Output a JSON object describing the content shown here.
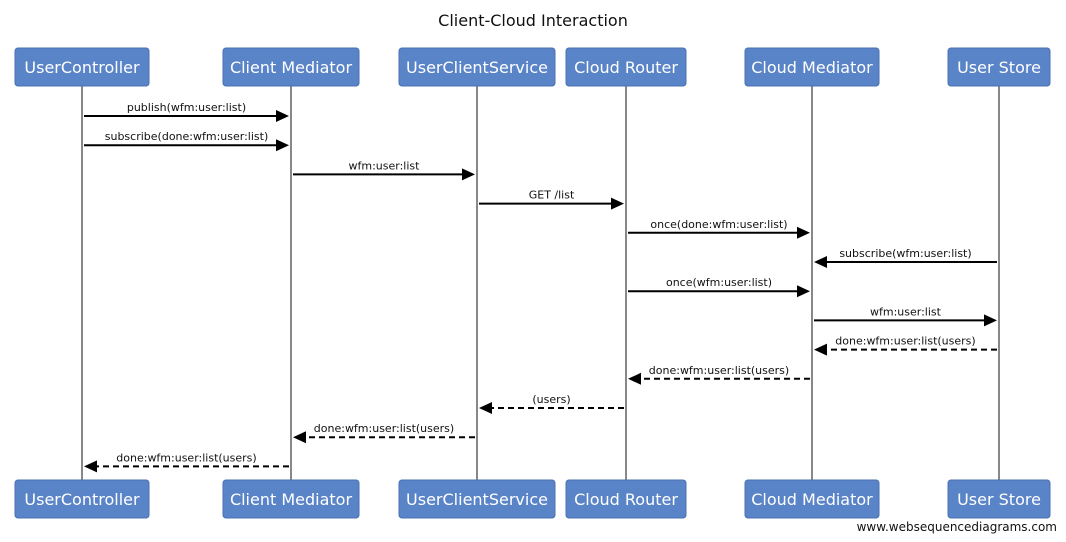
{
  "title": "Client-Cloud Interaction",
  "participants": [
    {
      "id": "uc",
      "label": "UserController"
    },
    {
      "id": "cm",
      "label": "Client Mediator"
    },
    {
      "id": "ucs",
      "label": "UserClientService"
    },
    {
      "id": "cr",
      "label": "Cloud Router"
    },
    {
      "id": "cdm",
      "label": "Cloud Mediator"
    },
    {
      "id": "us",
      "label": "User Store"
    }
  ],
  "messages": [
    {
      "from": "uc",
      "to": "cm",
      "label": "publish(wfm:user:list)",
      "style": "solid"
    },
    {
      "from": "uc",
      "to": "cm",
      "label": "subscribe(done:wfm:user:list)",
      "style": "solid"
    },
    {
      "from": "cm",
      "to": "ucs",
      "label": "wfm:user:list",
      "style": "solid"
    },
    {
      "from": "ucs",
      "to": "cr",
      "label": "GET /list",
      "style": "solid"
    },
    {
      "from": "cr",
      "to": "cdm",
      "label": "once(done:wfm:user:list)",
      "style": "solid"
    },
    {
      "from": "us",
      "to": "cdm",
      "label": "subscribe(wfm:user:list)",
      "style": "solid"
    },
    {
      "from": "cr",
      "to": "cdm",
      "label": "once(wfm:user:list)",
      "style": "solid"
    },
    {
      "from": "cdm",
      "to": "us",
      "label": "wfm:user:list",
      "style": "solid"
    },
    {
      "from": "us",
      "to": "cdm",
      "label": "done:wfm:user:list(users)",
      "style": "dashed"
    },
    {
      "from": "cdm",
      "to": "cr",
      "label": "done:wfm:user:list(users)",
      "style": "dashed"
    },
    {
      "from": "cr",
      "to": "ucs",
      "label": "(users)",
      "style": "dashed"
    },
    {
      "from": "ucs",
      "to": "cm",
      "label": "done:wfm:user:list(users)",
      "style": "dashed"
    },
    {
      "from": "cm",
      "to": "uc",
      "label": "done:wfm:user:list(users)",
      "style": "dashed"
    }
  ],
  "watermark": "www.websequencediagrams.com"
}
